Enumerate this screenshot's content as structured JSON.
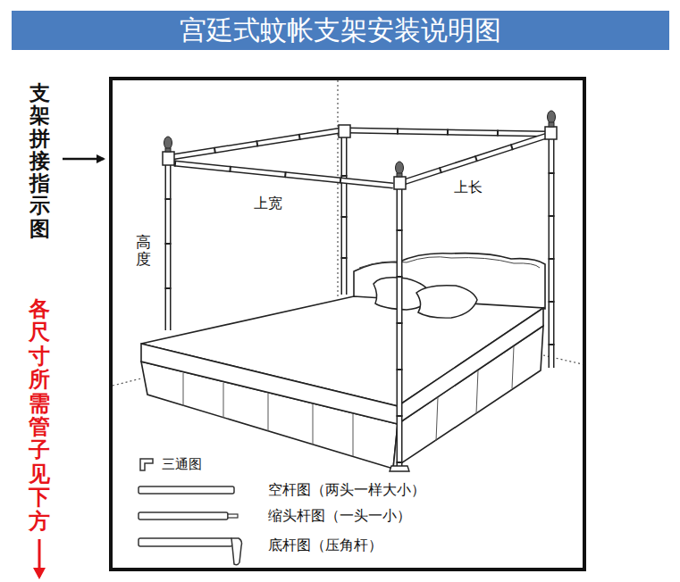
{
  "diagram": {
    "title": "宫廷式蚊帐支架安装说明图",
    "labels": [
      "支架拼接指示图",
      "各尺寸所需管子见下方",
      "上宽",
      "上长",
      "高度"
    ],
    "legend": [
      {
        "text": "三通图"
      },
      {
        "text": "空杆图（两头一样大小）"
      },
      {
        "text": "缩头杆图（一头一小）"
      },
      {
        "text": "底杆图（压角杆）"
      }
    ]
  }
}
